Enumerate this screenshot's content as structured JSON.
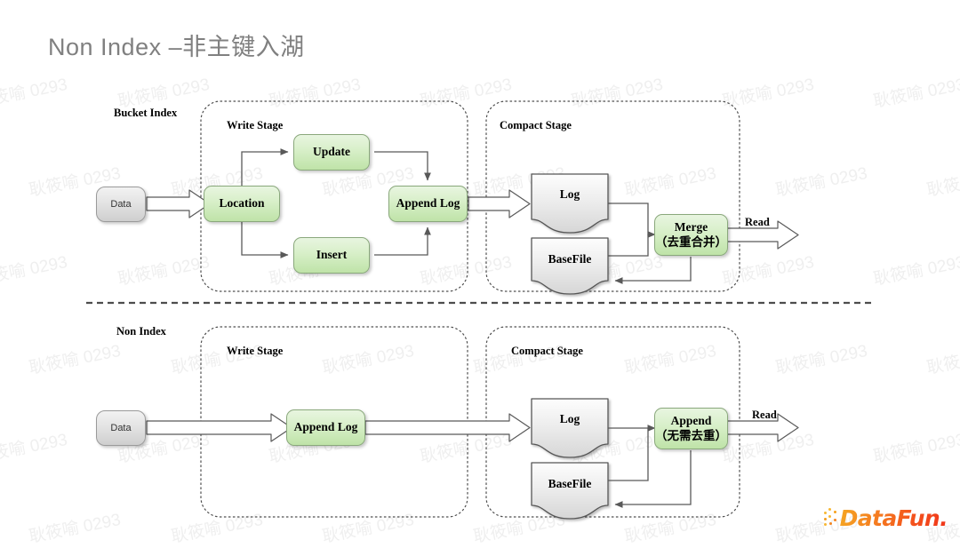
{
  "page": {
    "title": "Non Index –非主键入湖",
    "background": "#ffffff",
    "title_color": "#808080"
  },
  "colors": {
    "green_fill": "#d7efc8",
    "green_border": "#8aa87c",
    "grey_fill": "#e2e2e2",
    "grey_border": "#9a9a9a",
    "line": "#595959",
    "divider": "#4d4d4d",
    "watermark": "#efefef",
    "logo_orange": "#f5a623",
    "logo_red": "#f0341a"
  },
  "watermark": {
    "text": "耿筱喻 0293"
  },
  "rows": [
    {
      "id": "bucket-index",
      "row_label": "Bucket Index",
      "write_stage": {
        "label": "Write Stage",
        "nodes": [
          {
            "id": "location",
            "label": "Location"
          },
          {
            "id": "update",
            "label": "Update"
          },
          {
            "id": "insert",
            "label": "Insert"
          },
          {
            "id": "append-log",
            "label": "Append Log"
          }
        ]
      },
      "compact_stage": {
        "label": "Compact Stage",
        "nodes": [
          {
            "id": "log",
            "label": "Log"
          },
          {
            "id": "basefile",
            "label": "BaseFile"
          },
          {
            "id": "merge",
            "label_line1": "Merge",
            "label_line2": "（去重合并）"
          }
        ]
      },
      "input": {
        "label": "Data"
      },
      "output": {
        "label": "Read"
      }
    },
    {
      "id": "non-index",
      "row_label": "Non Index",
      "write_stage": {
        "label": "Write Stage",
        "nodes": [
          {
            "id": "append-log-2",
            "label": "Append Log"
          }
        ]
      },
      "compact_stage": {
        "label": "Compact Stage",
        "nodes": [
          {
            "id": "log-2",
            "label": "Log"
          },
          {
            "id": "basefile-2",
            "label": "BaseFile"
          },
          {
            "id": "append",
            "label_line1": "Append",
            "label_line2": "（无需去重）"
          }
        ]
      },
      "input": {
        "label": "Data"
      },
      "output": {
        "label": "Read"
      }
    }
  ],
  "logo": {
    "text": "DataFun."
  }
}
